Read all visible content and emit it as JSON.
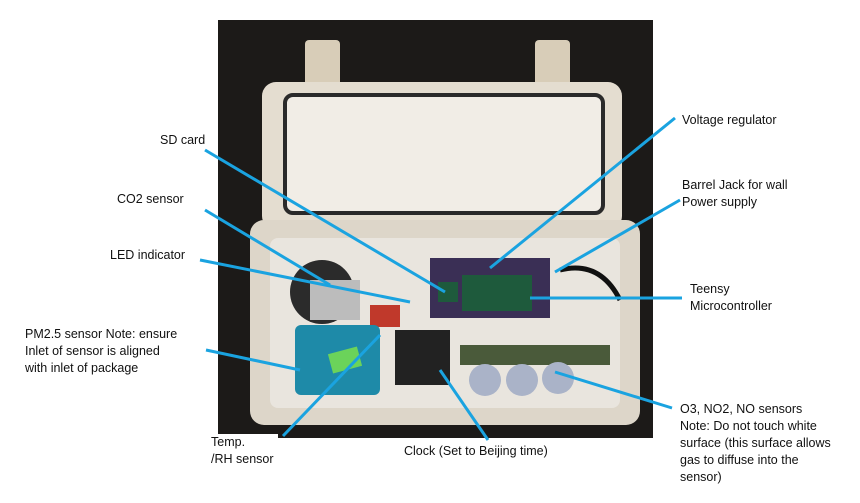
{
  "accent_color": "#1aa3e0",
  "labels": {
    "sd_card": "SD card",
    "co2": "CO2 sensor",
    "led": "LED indicator",
    "pm25": "PM2.5 sensor Note: ensure\nInlet of sensor is aligned\nwith inlet of package",
    "temp_rh": "Temp.\n/RH sensor",
    "clock": "Clock (Set to Beijing time)",
    "voltage": "Voltage regulator",
    "barrel": "Barrel Jack for wall\nPower supply",
    "teensy": "Teensy\nMicrocontroller",
    "gas": "O3, NO2, NO sensors\nNote: Do not touch white\nsurface (this surface allows\ngas to diffuse into the\nsensor)"
  }
}
